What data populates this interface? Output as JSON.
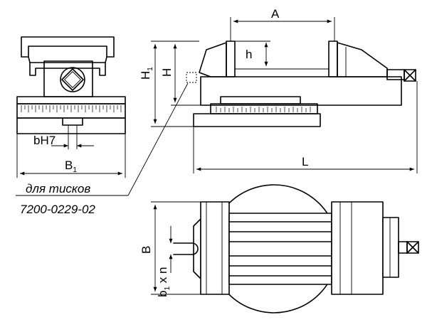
{
  "labels": {
    "A": "A",
    "h": "h",
    "H1": "H",
    "H1_sub": "1",
    "H": "H",
    "bH7": "bH7",
    "B1": "B",
    "B1_sub": "1",
    "L": "L",
    "B": "B",
    "b1xn_b": "b",
    "b1xn_sub": "1",
    "b1xn_rest": " x n"
  },
  "note": {
    "line1": "для тисков",
    "line2": "7200-0229-02"
  }
}
